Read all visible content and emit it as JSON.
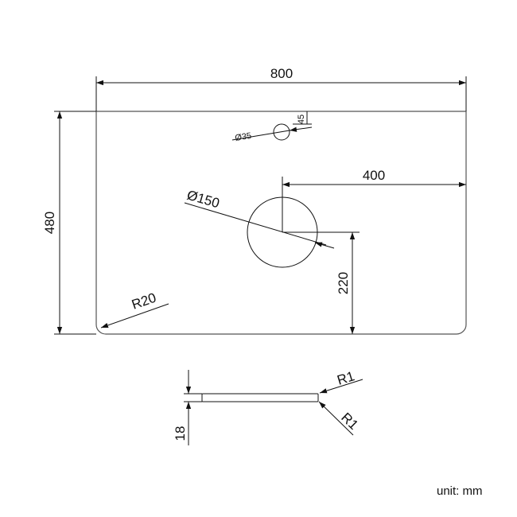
{
  "top_view": {
    "width_label": "800",
    "height_label": "480",
    "tap_hole_label": "Ø35",
    "tap_hole_offset_label": "45",
    "basin_hole_label": "Ø150",
    "basin_x_label": "400",
    "basin_y_label": "220",
    "corner_radius_label": "R20"
  },
  "side_view": {
    "thickness_label": "18",
    "edge_radius_top_label": "R1",
    "edge_radius_bottom_label": "R1"
  },
  "unit_note": "unit: mm",
  "colors": {
    "line": "#111111",
    "outline": "#555555",
    "background": "#ffffff"
  }
}
